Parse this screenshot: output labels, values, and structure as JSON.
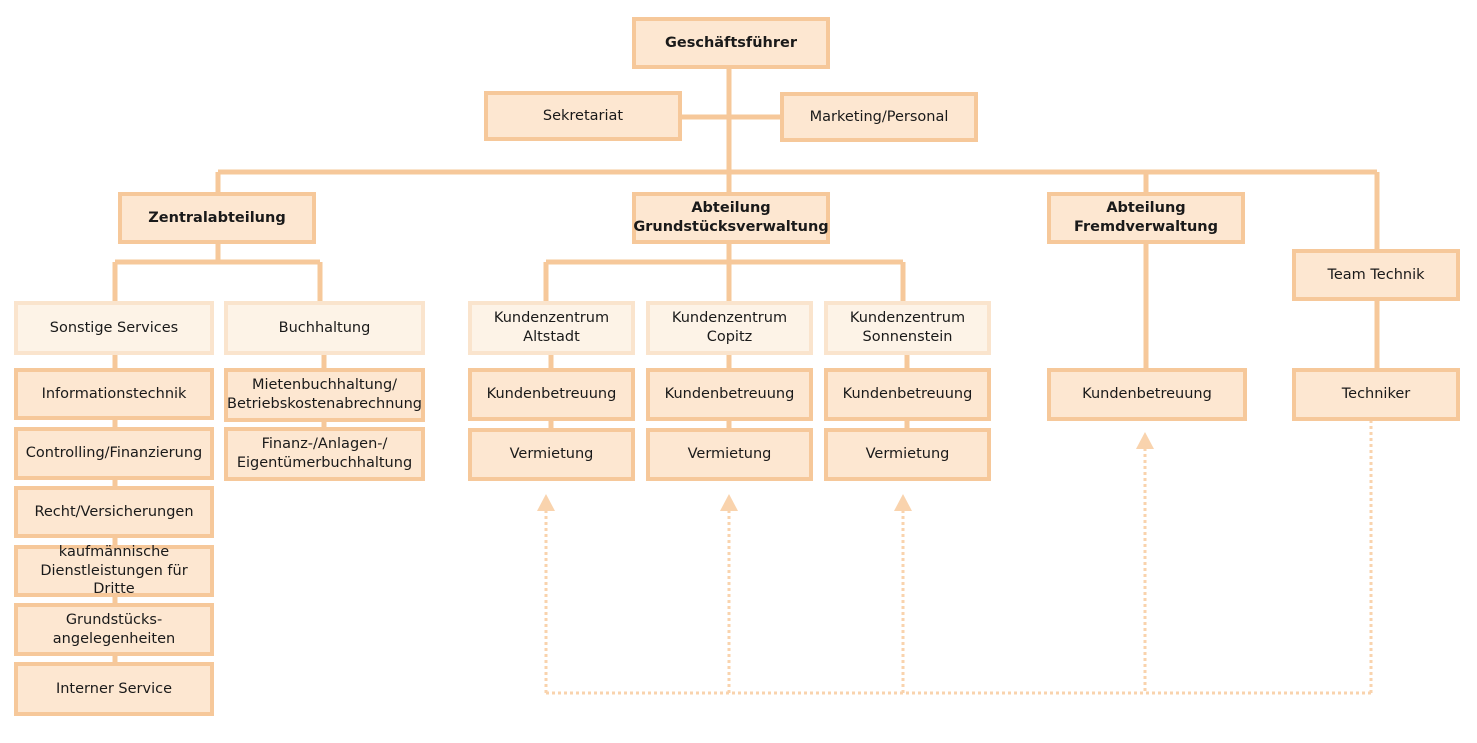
{
  "colors": {
    "line": "#f6c89a",
    "line_light": "#fae4cd",
    "fill": "#fde7d1",
    "fill_light": "#fdf3e7",
    "dotted": "#f9d3ad"
  },
  "boxes": {
    "gf": "Geschäftsführer",
    "sekretariat": "Sekretariat",
    "marketing": "Marketing/Personal",
    "zentral": "Zentralabteilung",
    "grund": "Abteilung\nGrundstücksverwaltung",
    "fremd": "Abteilung\nFremdverwaltung",
    "team_technik": "Team Technik",
    "sonstige": "Sonstige Services",
    "buchhaltung": "Buchhaltung",
    "it": "Informationstechnik",
    "controlling": "Controlling/Finanzierung",
    "recht": "Recht/Versicherungen",
    "kaufm": "kaufmännische\nDienstleistungen für Dritte",
    "grundst": "Grundstücks-\nangelegenheiten",
    "intern": "Interner Service",
    "mieten": "Mietenbuchhaltung/\nBetriebskostenabrechnung",
    "finanz": "Finanz-/Anlagen-/\nEigentümerbuchhaltung",
    "kz_alt": "Kundenzentrum\nAltstadt",
    "kz_cop": "Kundenzentrum\nCopitz",
    "kz_son": "Kundenzentrum\nSonnenstein",
    "kb_alt": "Kundenbetreuung",
    "kb_cop": "Kundenbetreuung",
    "kb_son": "Kundenbetreuung",
    "vm_alt": "Vermietung",
    "vm_cop": "Vermietung",
    "vm_son": "Vermietung",
    "kb_fremd": "Kundenbetreuung",
    "techniker": "Techniker"
  }
}
